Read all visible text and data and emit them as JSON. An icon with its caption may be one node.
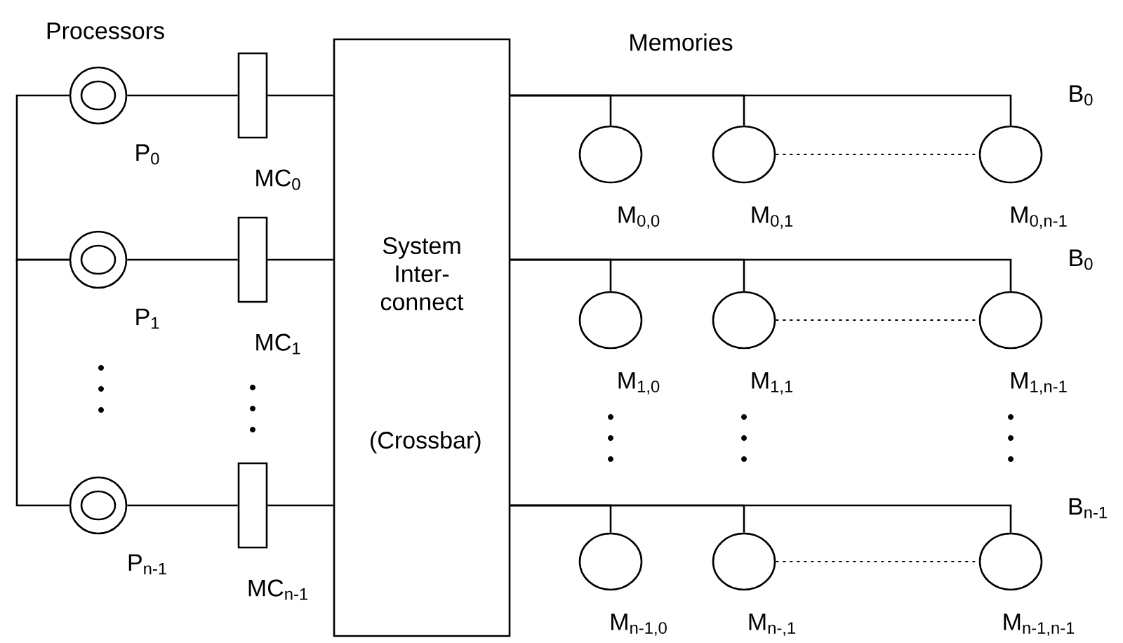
{
  "diagram": {
    "nodes": [
      {
        "text": [],
        "shape": "circle",
        "beside": [
          "P$_{0}$"
        ]
      },
      {
        "text": [],
        "shape": "circle",
        "beside": [
          "P$_{1}$"
        ]
      },
      {
        "text": [],
        "shape": "circle",
        "beside": [
          "P$_{n-1}$"
        ]
      },
      {
        "text": [],
        "shape": "box",
        "beside": [
          "MC$_{0}$"
        ]
      },
      {
        "text": [],
        "shape": "box",
        "beside": [
          "MC$_{1}$"
        ]
      },
      {
        "text": [],
        "shape": "box",
        "beside": [
          "MC$_{n-1}$"
        ]
      },
      {
        "text": [
          "System Inter- connect",
          "(Crossbar)"
        ]
      },
      {
        "text": [],
        "shape": "circle",
        "beside": [
          "M$_{0,0}$"
        ]
      },
      {
        "text": [],
        "shape": "circle",
        "beside": [
          "M$_{0,1}$"
        ]
      },
      {
        "text": [],
        "shape": "circle",
        "beside": [
          "M$_{0,n-1}$"
        ]
      },
      {
        "text": [],
        "shape": "circle",
        "beside": [
          "M$_{1,0}$"
        ]
      },
      {
        "text": [],
        "shape": "circle",
        "beside": [
          "M$_{1,1}$"
        ]
      },
      {
        "text": [],
        "shape": "circle",
        "beside": [
          "M$_{1,n-1}$"
        ]
      },
      {
        "text": [],
        "shape": "circle",
        "beside": [
          "M$_{n-1,0}$"
        ]
      },
      {
        "text": [],
        "shape": "circle",
        "beside": [
          "M$_{n-,1}$"
        ]
      },
      {
        "text": [],
        "shape": "circle",
        "beside": [
          "M$_{n-1,n-1}$"
        ]
      }
    ],
    "edges": [
      {
        "from": 0,
        "to": 1,
        "arrow": "none"
      },
      {
        "from": 1,
        "to": 2,
        "arrow": "none"
      },
      {
        "from": 0,
        "to": 3,
        "arrow": "none"
      },
      {
        "from": 1,
        "to": 4,
        "arrow": "none"
      },
      {
        "from": 2,
        "to": 5,
        "arrow": "none"
      },
      {
        "from": 3,
        "to": 6,
        "arrow": "none"
      },
      {
        "from": 4,
        "to": 6,
        "arrow": "none"
      },
      {
        "from": 5,
        "to": 6,
        "arrow": "none"
      },
      {
        "from": 6,
        "to": 7,
        "arrow": "none"
      },
      {
        "from": 6,
        "to": 8,
        "arrow": "none"
      },
      {
        "from": 6,
        "to": 9,
        "arrow": "none"
      },
      {
        "from": 6,
        "to": 10,
        "arrow": "none"
      },
      {
        "from": 6,
        "to": 11,
        "arrow": "none"
      },
      {
        "from": 6,
        "to": 12,
        "arrow": "none"
      },
      {
        "from": 6,
        "to": 13,
        "arrow": "none"
      },
      {
        "from": 6,
        "to": 14,
        "arrow": "none"
      },
      {
        "from": 6,
        "to": 15,
        "arrow": "none"
      },
      {
        "from": 8,
        "to": 9,
        "arrow": "none",
        "style": "dashed"
      },
      {
        "from": 11,
        "to": 12,
        "arrow": "none",
        "style": "dashed"
      },
      {
        "from": 14,
        "to": 15,
        "arrow": "none",
        "style": "dashed"
      }
    ],
    "labels": [
      "Processors",
      "Memories",
      "B$_{0}$",
      "B$_{0}$",
      "B$_{n-1}$"
    ]
  }
}
